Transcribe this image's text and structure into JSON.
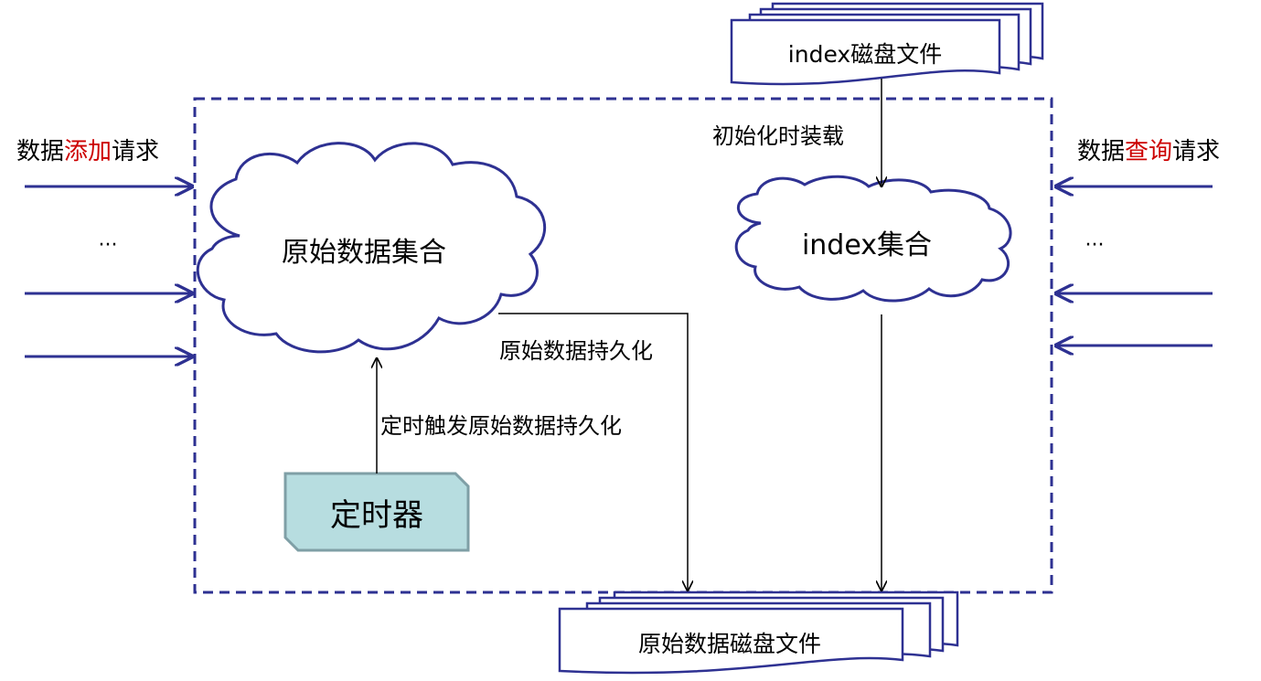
{
  "left_requests": {
    "prefix": "数据",
    "highlight": "添加",
    "suffix": "请求",
    "ellipsis": "···"
  },
  "right_requests": {
    "prefix": "数据",
    "highlight": "查询",
    "suffix": "请求",
    "ellipsis": "···"
  },
  "index_disk_file": {
    "label": "index磁盘文件"
  },
  "init_load_label": "初始化时装载",
  "raw_data_cloud": {
    "label": "原始数据集合"
  },
  "index_cloud": {
    "label": "index集合"
  },
  "raw_persist_label": "原始数据持久化",
  "timer_trigger_label": "定时触发原始数据持久化",
  "timer": {
    "label": "定时器"
  },
  "raw_disk_file": {
    "label": "原始数据磁盘文件"
  },
  "colors": {
    "arrow_blue": "#2e3192",
    "highlight_red": "#cc0000",
    "timer_fill": "#b7dde0",
    "timer_stroke": "#7f9fa6",
    "outline": "#2e3192"
  }
}
